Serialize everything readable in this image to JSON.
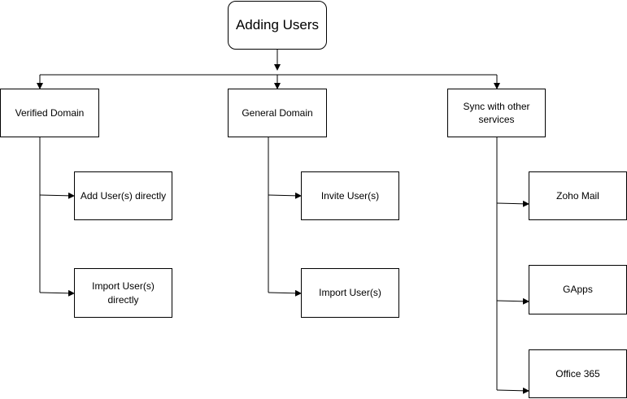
{
  "diagram": {
    "root": {
      "label": "Adding Users"
    },
    "branches": [
      {
        "label": "Verified Domain",
        "children": [
          "Add User(s) directly",
          "Import User(s)\ndirectly"
        ]
      },
      {
        "label": "General Domain",
        "children": [
          "Invite User(s)",
          "Import User(s)"
        ]
      },
      {
        "label": "Sync with other\nservices",
        "children": [
          "Zoho Mail",
          "GApps",
          "Office 365"
        ]
      }
    ]
  },
  "colors": {
    "stroke": "#000000",
    "fill": "#ffffff"
  }
}
